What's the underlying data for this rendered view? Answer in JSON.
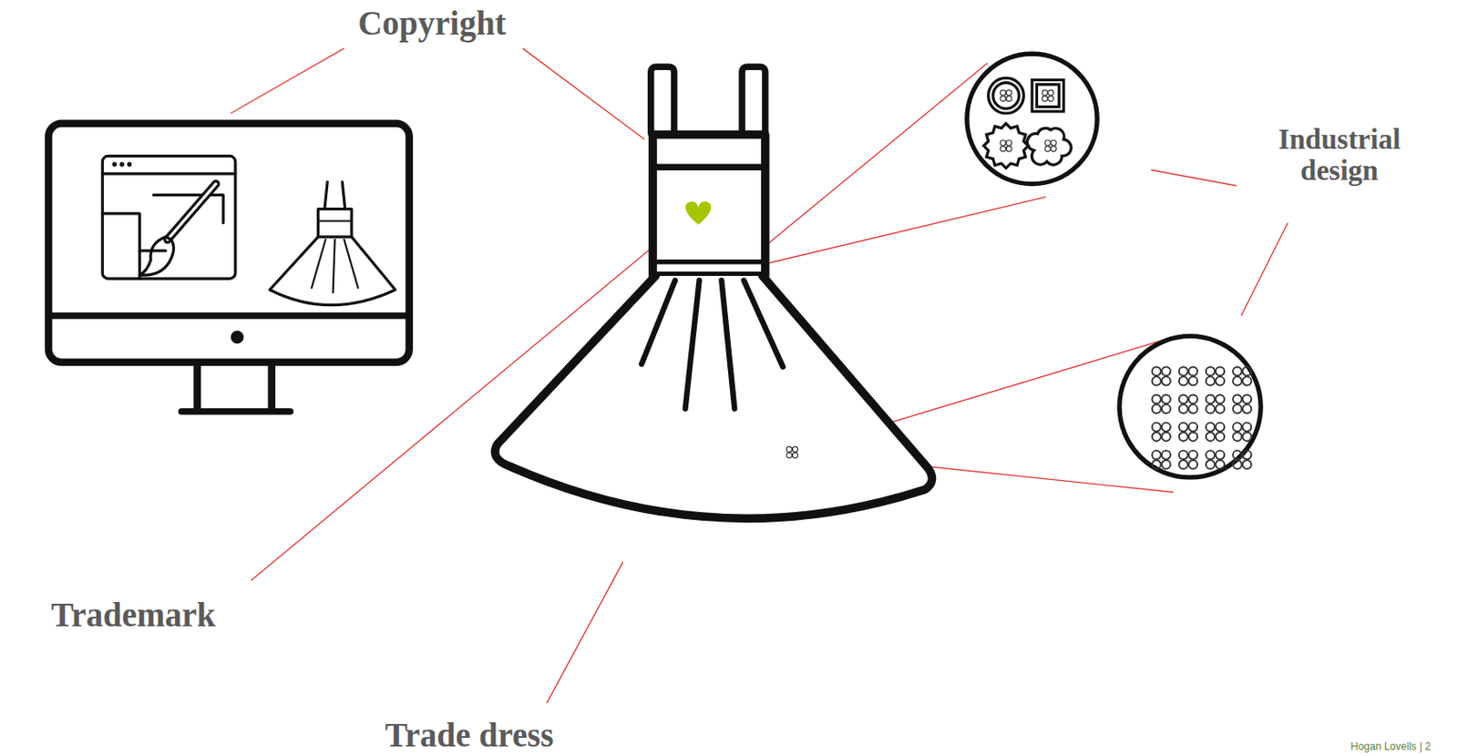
{
  "diagram": {
    "labels": [
      "Copyright",
      "Industrial design",
      "Trademark",
      "Trade dress",
      "Hogan Lovells | 2"
    ]
  }
}
